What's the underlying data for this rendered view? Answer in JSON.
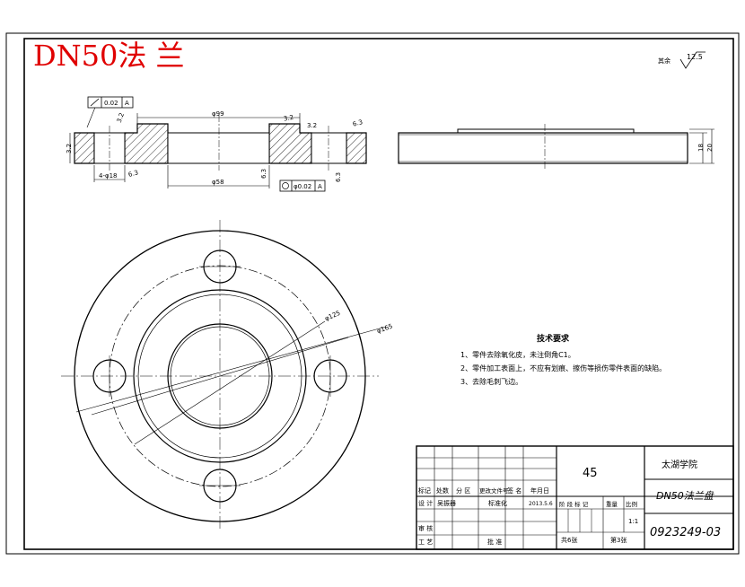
{
  "title": "DN50法 兰",
  "roughness": {
    "prefix": "其余",
    "value": "12.5"
  },
  "dimensions": {
    "phi99": "φ99",
    "phi58": "φ58",
    "phi125": "φ125",
    "phi165": "φ165",
    "holes": "4-φ18",
    "thick18": "18",
    "thick20": "20",
    "r32a": "3.2",
    "r32b": "3.2",
    "r32c": "3.2",
    "r32d": "3.2",
    "r63a": "6.3",
    "r63b": "6.3",
    "r63c": "6.3",
    "r63d": "6.3",
    "tol1": "0.02",
    "tol1_ref": "A",
    "tol2": "φ0.02",
    "tol2_ref": "A"
  },
  "notes": {
    "heading": "技术要求",
    "items": [
      "1、零件去除氧化皮，未注倒角C1。",
      "2、零件加工表面上，不应有划痕、擦伤等损伤零件表面的缺陷。",
      "3、去除毛刺飞边。"
    ]
  },
  "titleblock": {
    "material": "45",
    "school": "太湖学院",
    "part_name": "DN50法兰盘",
    "drawing_no": "0923249-03",
    "scale": "1:1",
    "h_mark": "标记",
    "h_count": "处数",
    "h_zone": "分 区",
    "h_docno": "更改文件号",
    "h_sign": "签 名",
    "h_date": "年月日",
    "designer_label": "设 计",
    "designer_name": "吴振器",
    "std_label": "标准化",
    "date": "2013.5.6",
    "stage_label": "阶 段 标 记",
    "weight_label": "重量",
    "scale_label": "比例",
    "check_label": "审 核",
    "process_label": "工 艺",
    "approve_label": "批 准",
    "sheets_total": "共6张",
    "sheet_no": "第3张"
  }
}
